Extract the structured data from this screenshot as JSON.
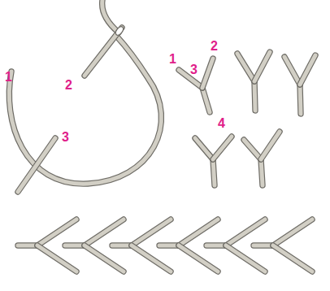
{
  "diagram": {
    "labels": [
      "1",
      "2",
      "3",
      "1",
      "2",
      "3",
      "4"
    ]
  }
}
